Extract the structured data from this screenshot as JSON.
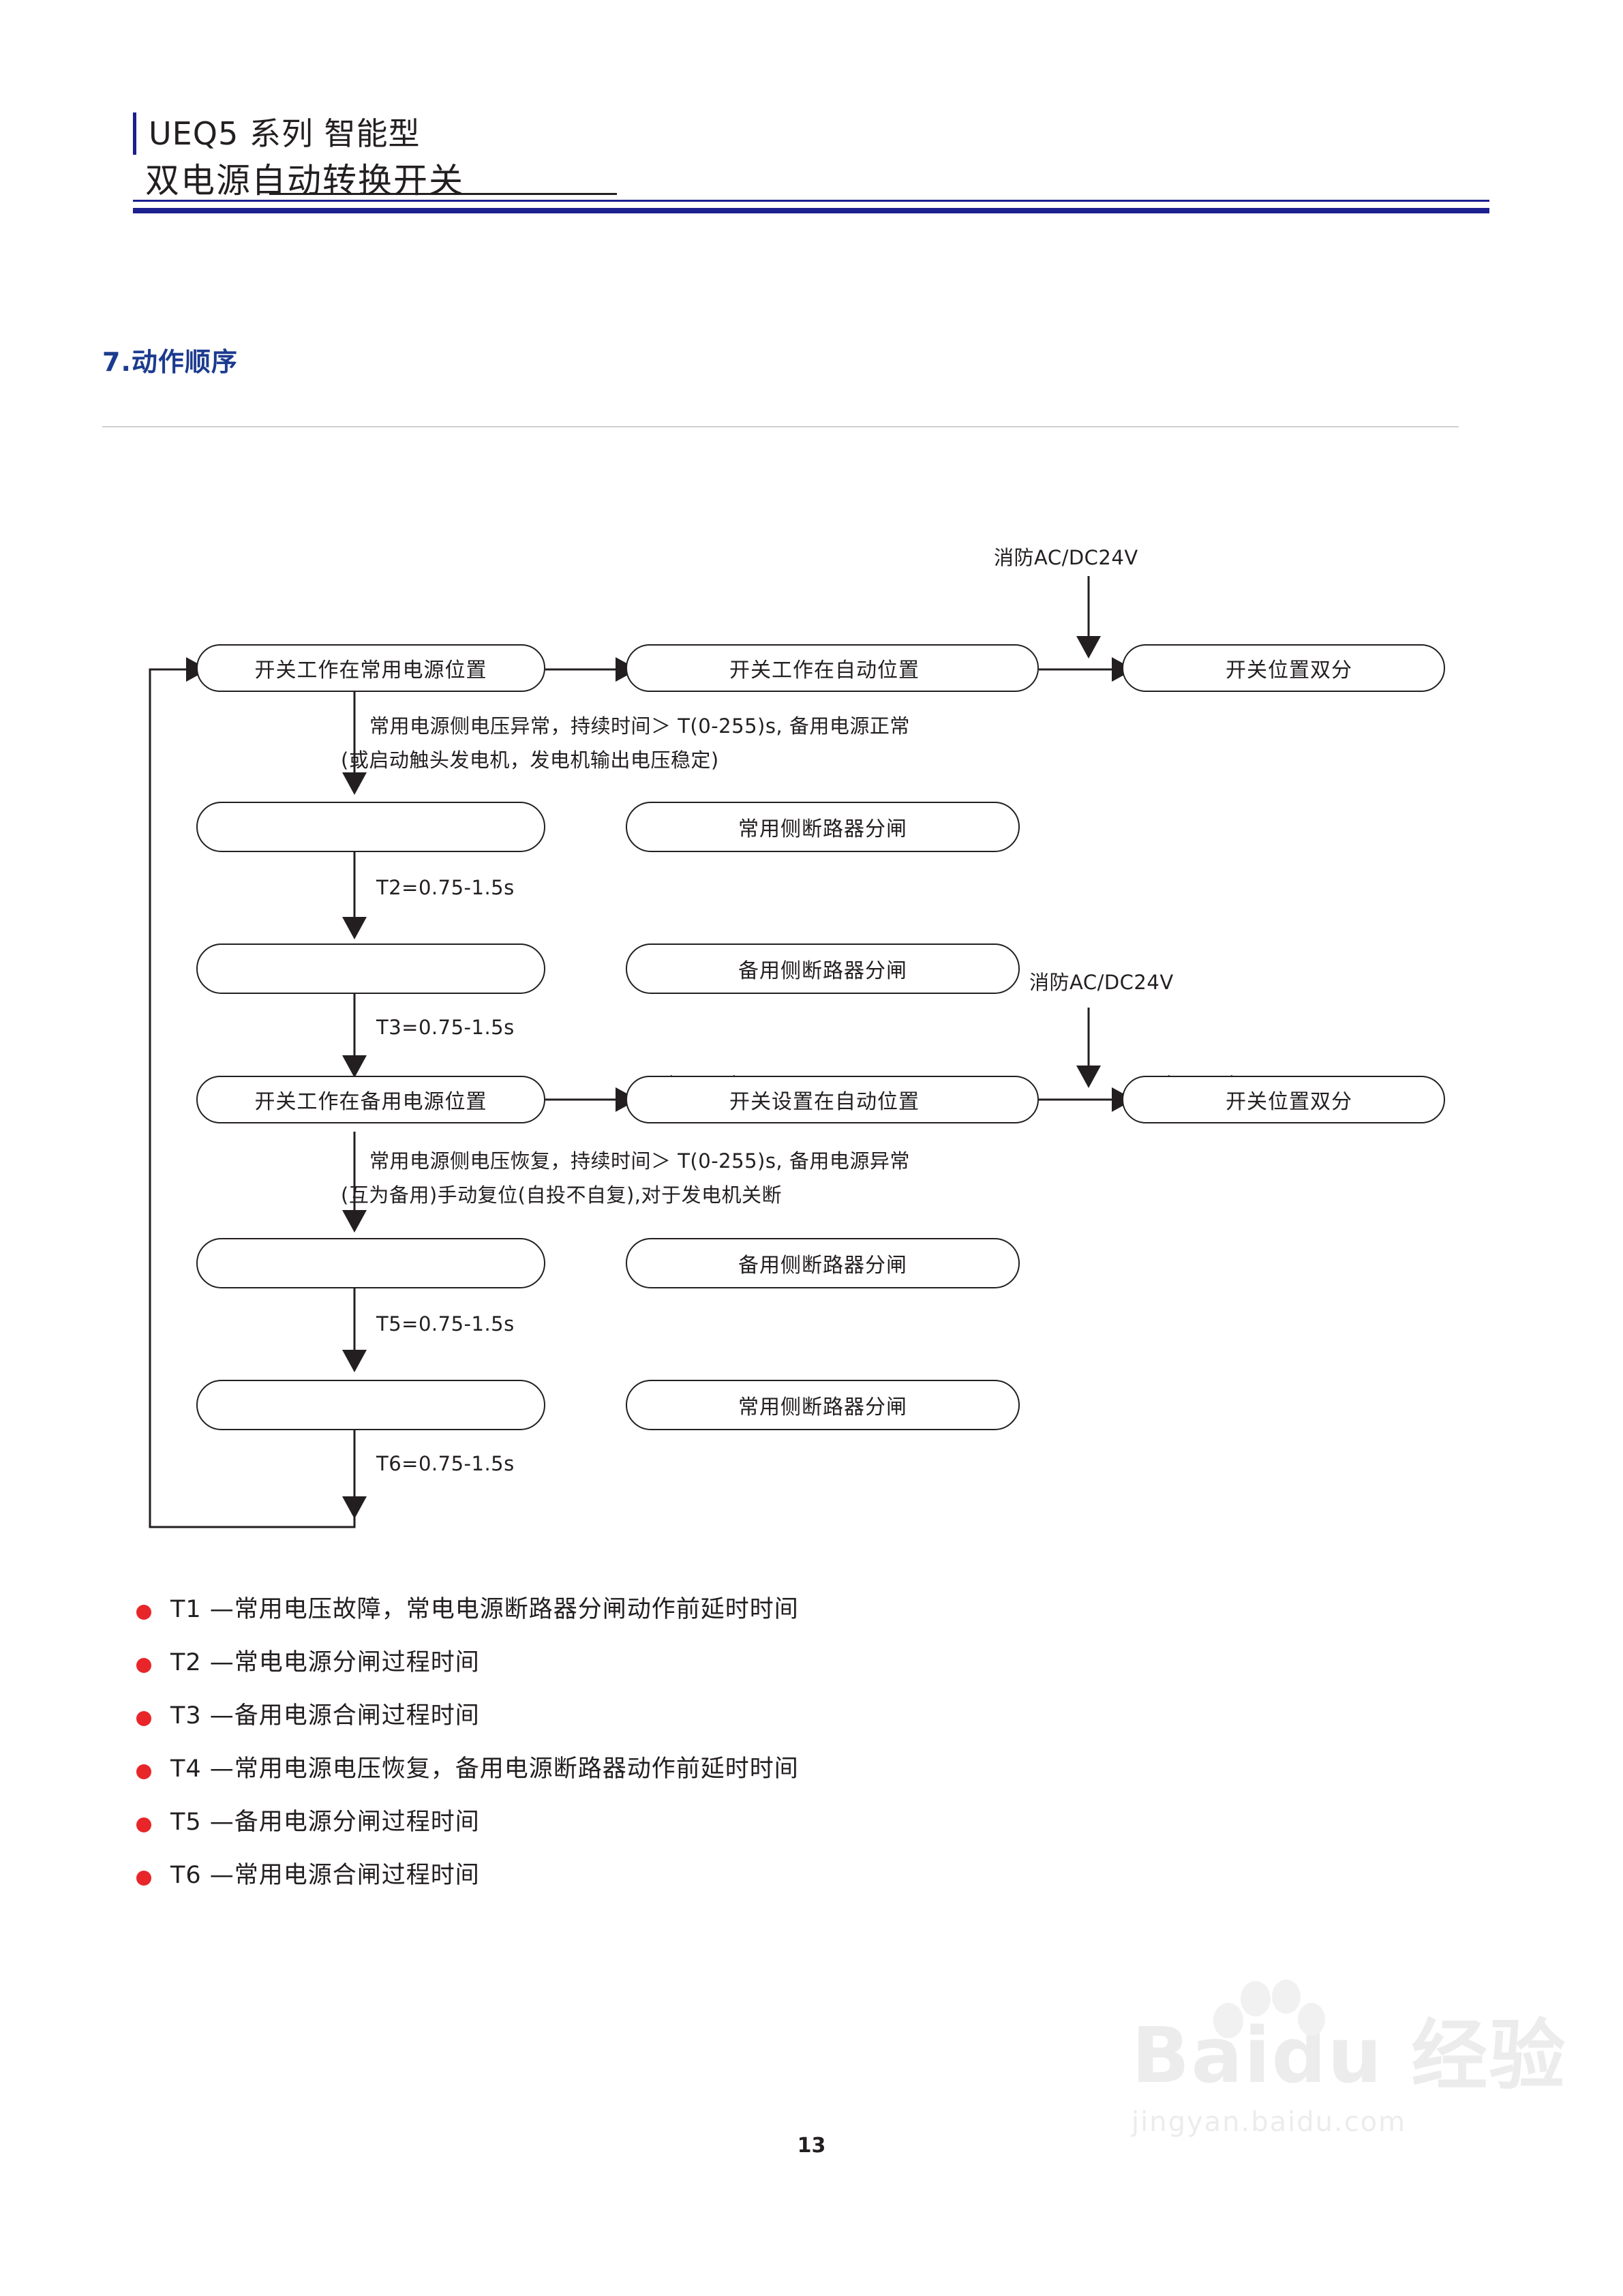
{
  "header": {
    "line1": "UEQ5 系列  智能型",
    "line2": "双电源自动转换开关"
  },
  "section": {
    "title": "7.动作顺序"
  },
  "diagram": {
    "fire_label_top": "消防AC/DC24V",
    "fire_label_mid": "消防AC/DC24V",
    "nodes": [
      {
        "id": "n1",
        "label": "开关工作在常用电源位置"
      },
      {
        "id": "n2",
        "label": "开关工作在自动位置"
      },
      {
        "id": "n3",
        "label": "开关位置双分"
      },
      {
        "id": "n4",
        "label": ""
      },
      {
        "id": "n5",
        "label": "常用侧断路器分闸"
      },
      {
        "id": "n6",
        "label": ""
      },
      {
        "id": "n7",
        "label": "备用侧断路器分闸"
      },
      {
        "id": "n8",
        "label": "开关工作在备用电源位置"
      },
      {
        "id": "n9",
        "label": "开关设置在自动位置"
      },
      {
        "id": "n10",
        "label": "开关位置双分"
      },
      {
        "id": "n11",
        "label": ""
      },
      {
        "id": "n12",
        "label": "备用侧断路器分闸"
      },
      {
        "id": "n13",
        "label": ""
      },
      {
        "id": "n14",
        "label": "常用侧断路器分闸"
      }
    ],
    "annotations": [
      {
        "id": "a1",
        "text": "常用电源侧电压异常，持续时间＞ T(0-255)s, 备用电源正常"
      },
      {
        "id": "a2",
        "text": "(或启动触头发电机，发电机输出电压稳定)"
      },
      {
        "id": "a3",
        "text": "T2=0.75-1.5s"
      },
      {
        "id": "a4",
        "text": "T3=0.75-1.5s"
      },
      {
        "id": "a5",
        "text": "常用电源侧电压恢复，持续时间＞ T(0-255)s, 备用电源异常"
      },
      {
        "id": "a6",
        "text": "(互为备用)手动复位(自投不自复),对于发电机关断"
      },
      {
        "id": "a7",
        "text": "T5=0.75-1.5s"
      },
      {
        "id": "a8",
        "text": "T6=0.75-1.5s"
      }
    ]
  },
  "legend": {
    "items": [
      "T1 —常用电压故障，常电电源断路器分闸动作前延时时间",
      "T2 —常电电源分闸过程时间",
      "T3 —备用电源合闸过程时间",
      "T4 —常用电源电压恢复，备用电源断路器动作前延时时间",
      "T5 —备用电源分闸过程时间",
      "T6 —常用电源合闸过程时间"
    ],
    "dot_color": "#e8262a"
  },
  "footer": {
    "page_number": "13"
  },
  "watermark": {
    "main": "Baidu 经验",
    "sub": "jingyan.baidu.com"
  },
  "colors": {
    "accent": "#1b1f8f",
    "section_title": "#1b3b8f",
    "ink": "#231f20",
    "bullet": "#e8262a"
  }
}
